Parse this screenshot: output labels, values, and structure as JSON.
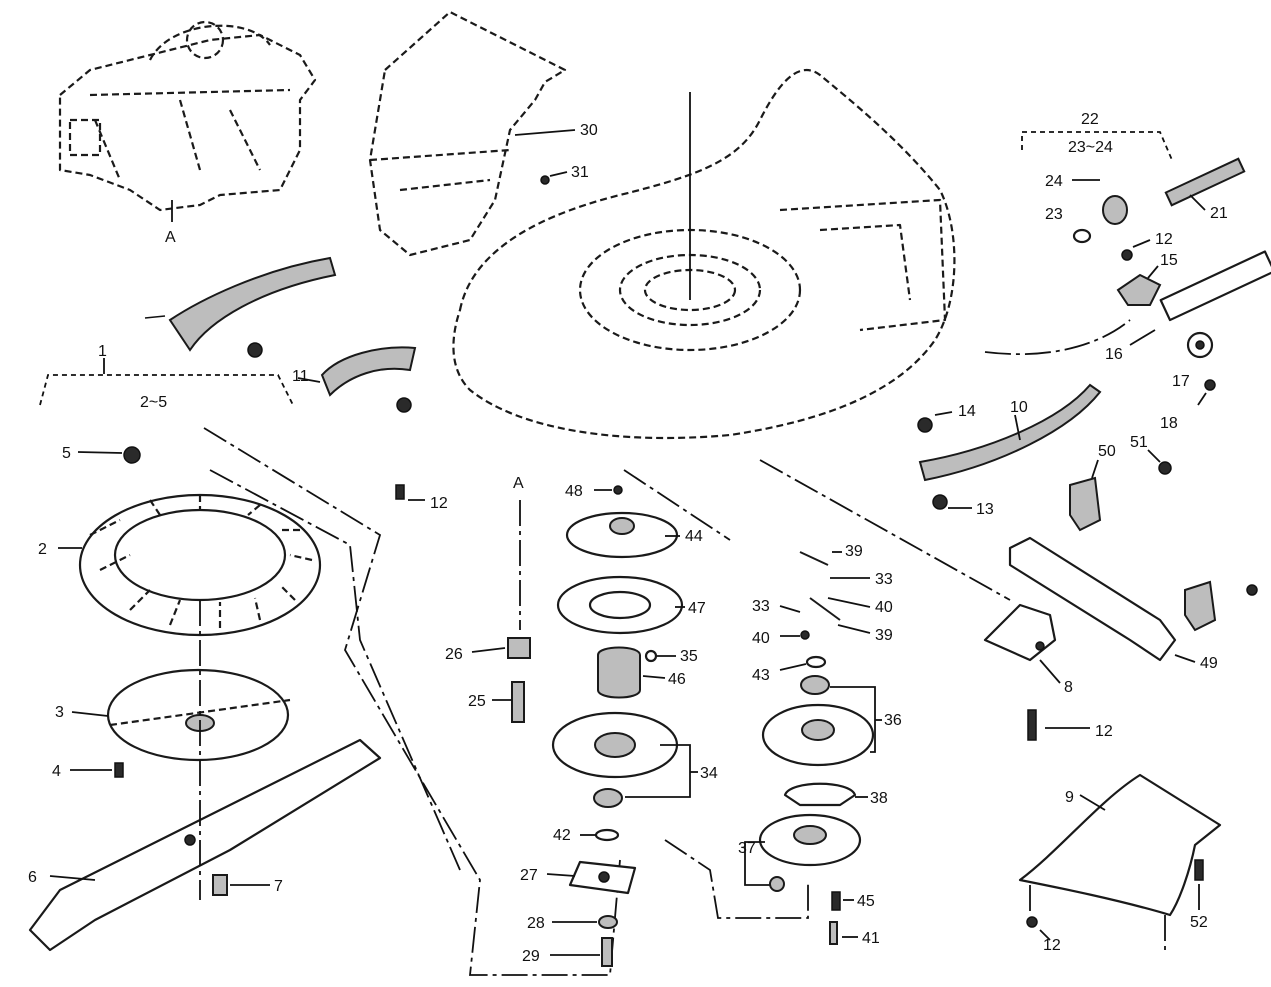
{
  "callouts": {
    "c1": "1",
    "c2_5": "2~5",
    "c2": "2",
    "c3": "3",
    "c4": "4",
    "c5": "5",
    "c6": "6",
    "c7": "7",
    "c8": "8",
    "c9": "9",
    "c10": "10",
    "c11": "11",
    "c12a": "12",
    "c12b": "12",
    "c12c": "12",
    "c12d": "12",
    "c13": "13",
    "c14": "14",
    "c15": "15",
    "c16": "16",
    "c17": "17",
    "c18": "18",
    "c21": "21",
    "c22": "22",
    "c23_24": "23~24",
    "c23": "23",
    "c24": "24",
    "c25": "25",
    "c26": "26",
    "c27": "27",
    "c28": "28",
    "c29": "29",
    "c30": "30",
    "c31": "31",
    "c33a": "33",
    "c33b": "33",
    "c34": "34",
    "c35": "35",
    "c36": "36",
    "c37": "37",
    "c38": "38",
    "c39a": "39",
    "c39b": "39",
    "c40a": "40",
    "c40b": "40",
    "c41": "41",
    "c42": "42",
    "c43": "43",
    "c44": "44",
    "c45": "45",
    "c46": "46",
    "c47": "47",
    "c48": "48",
    "c49": "49",
    "c50": "50",
    "c51": "51",
    "c52": "52",
    "engine_ref": "A",
    "spindle_ref": "A"
  }
}
